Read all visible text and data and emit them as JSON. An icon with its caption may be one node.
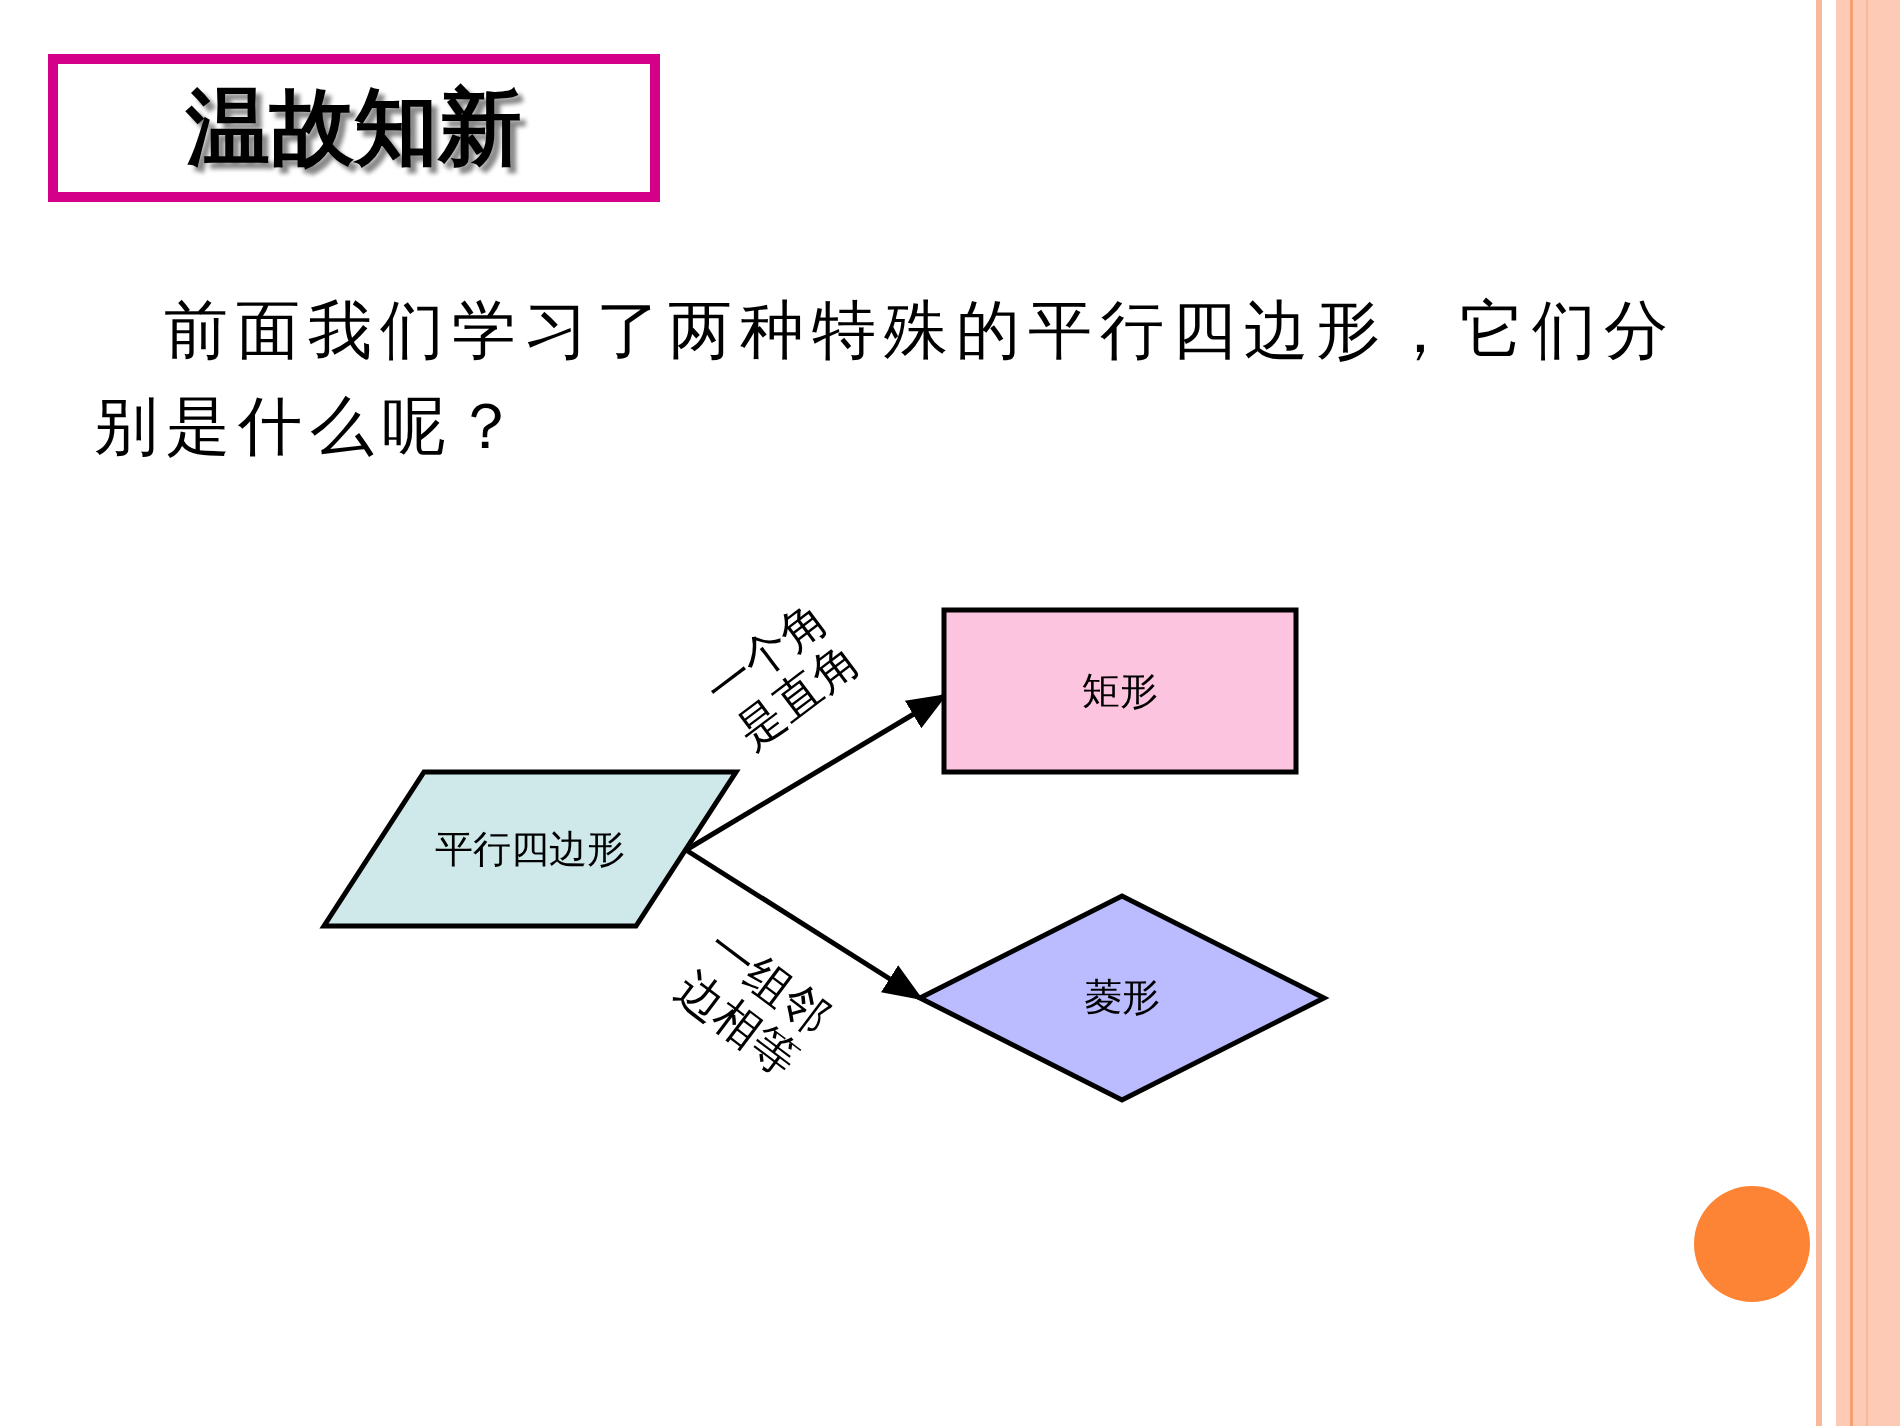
{
  "diagram": {
    "title": "温故知新",
    "nodes": [
      {
        "text": [
          "平行四边形"
        ]
      },
      {
        "text": [
          "矩形"
        ]
      },
      {
        "text": [
          "菱形"
        ]
      }
    ],
    "edges": [
      {
        "from": 0,
        "to": 1,
        "arrow": "to",
        "label": "一个角是直角"
      },
      {
        "from": 0,
        "to": 2,
        "arrow": "to",
        "label": "一组邻边相等"
      }
    ],
    "labels": [
      "前面我们学习了两种特殊的平行四边形，它们分别是什么呢？"
    ]
  }
}
